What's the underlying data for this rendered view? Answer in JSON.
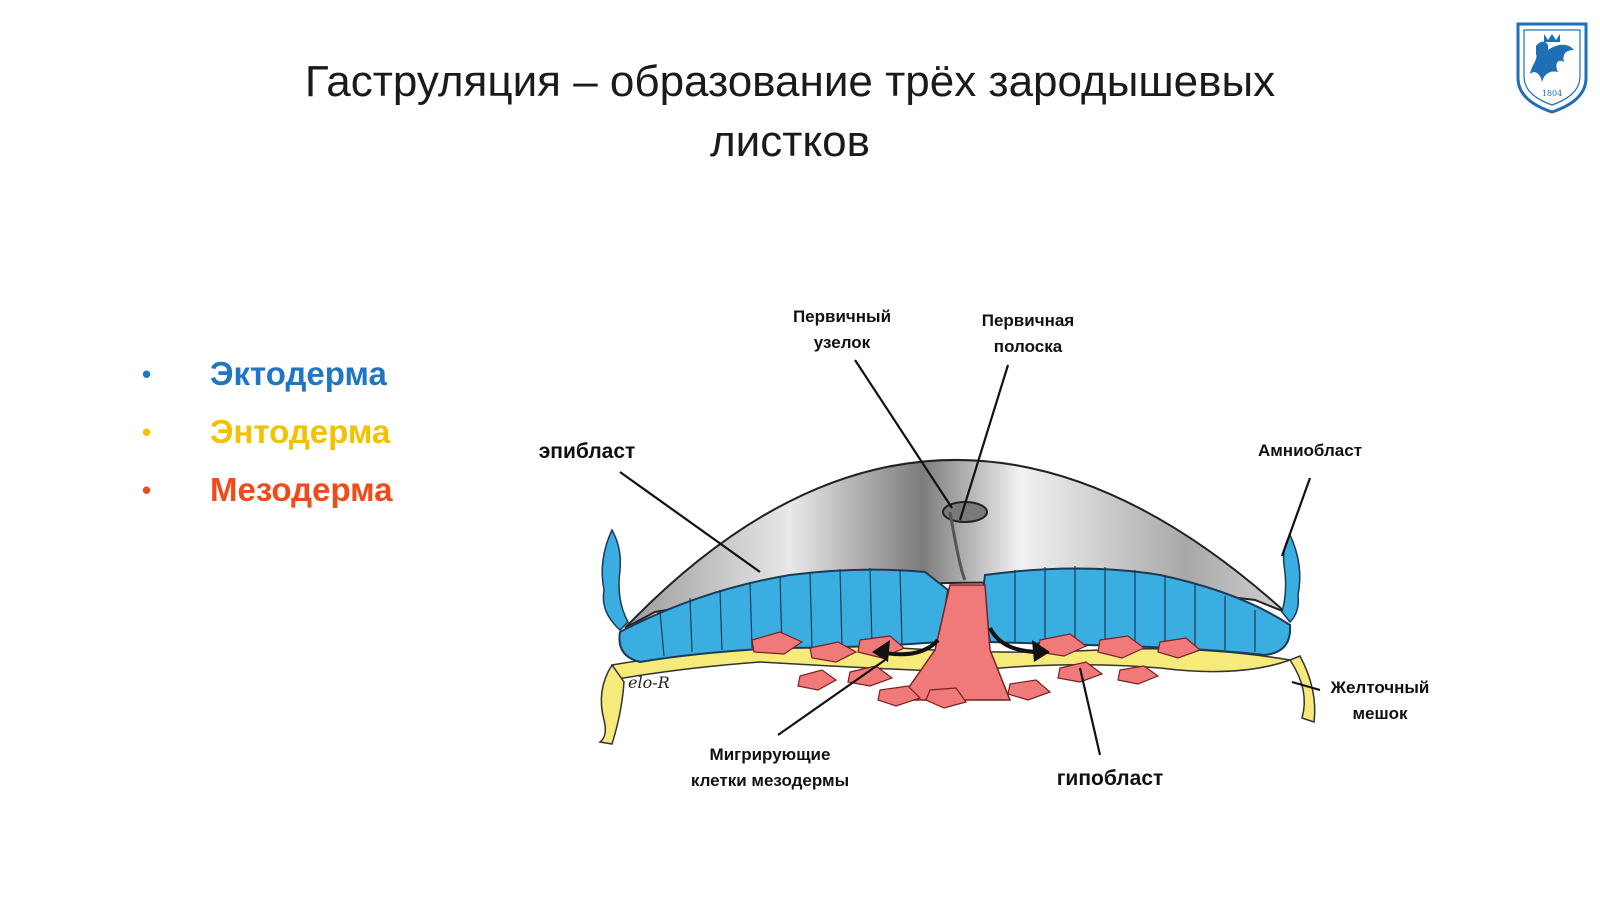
{
  "title": {
    "line1": "Гаструляция – образование трёх зародышевых",
    "line2": "листков"
  },
  "logo": {
    "year": "1804",
    "icon": "university-shield-logo",
    "color": "#1f6fb5"
  },
  "bullets": [
    {
      "marker": "•",
      "label": "Эктодерма",
      "color": "#1f77c4"
    },
    {
      "marker": "•",
      "label": "Энтодерма",
      "color": "#f2c200"
    },
    {
      "marker": "•",
      "label": "Мезодерма",
      "color": "#f04a1a"
    }
  ],
  "diagram": {
    "signature": "elo-R",
    "labels": {
      "primary_node": [
        "Первичный",
        "узелок"
      ],
      "primary_streak": [
        "Первичная",
        "полоска"
      ],
      "epiblast": "эпибласт",
      "amnioblast": "Амниобласт",
      "yolk_sac": [
        "Желточный",
        "мешок"
      ],
      "migrating_cells": [
        "Мигрирующие",
        "клетки мезодермы"
      ],
      "hypoblast": "гипобласт"
    },
    "colors": {
      "ectoderm": "#3aaee0",
      "endoderm": "#f5ea7a",
      "mesoderm": "#f07a7a",
      "amnion": "#c0c0c0"
    }
  }
}
